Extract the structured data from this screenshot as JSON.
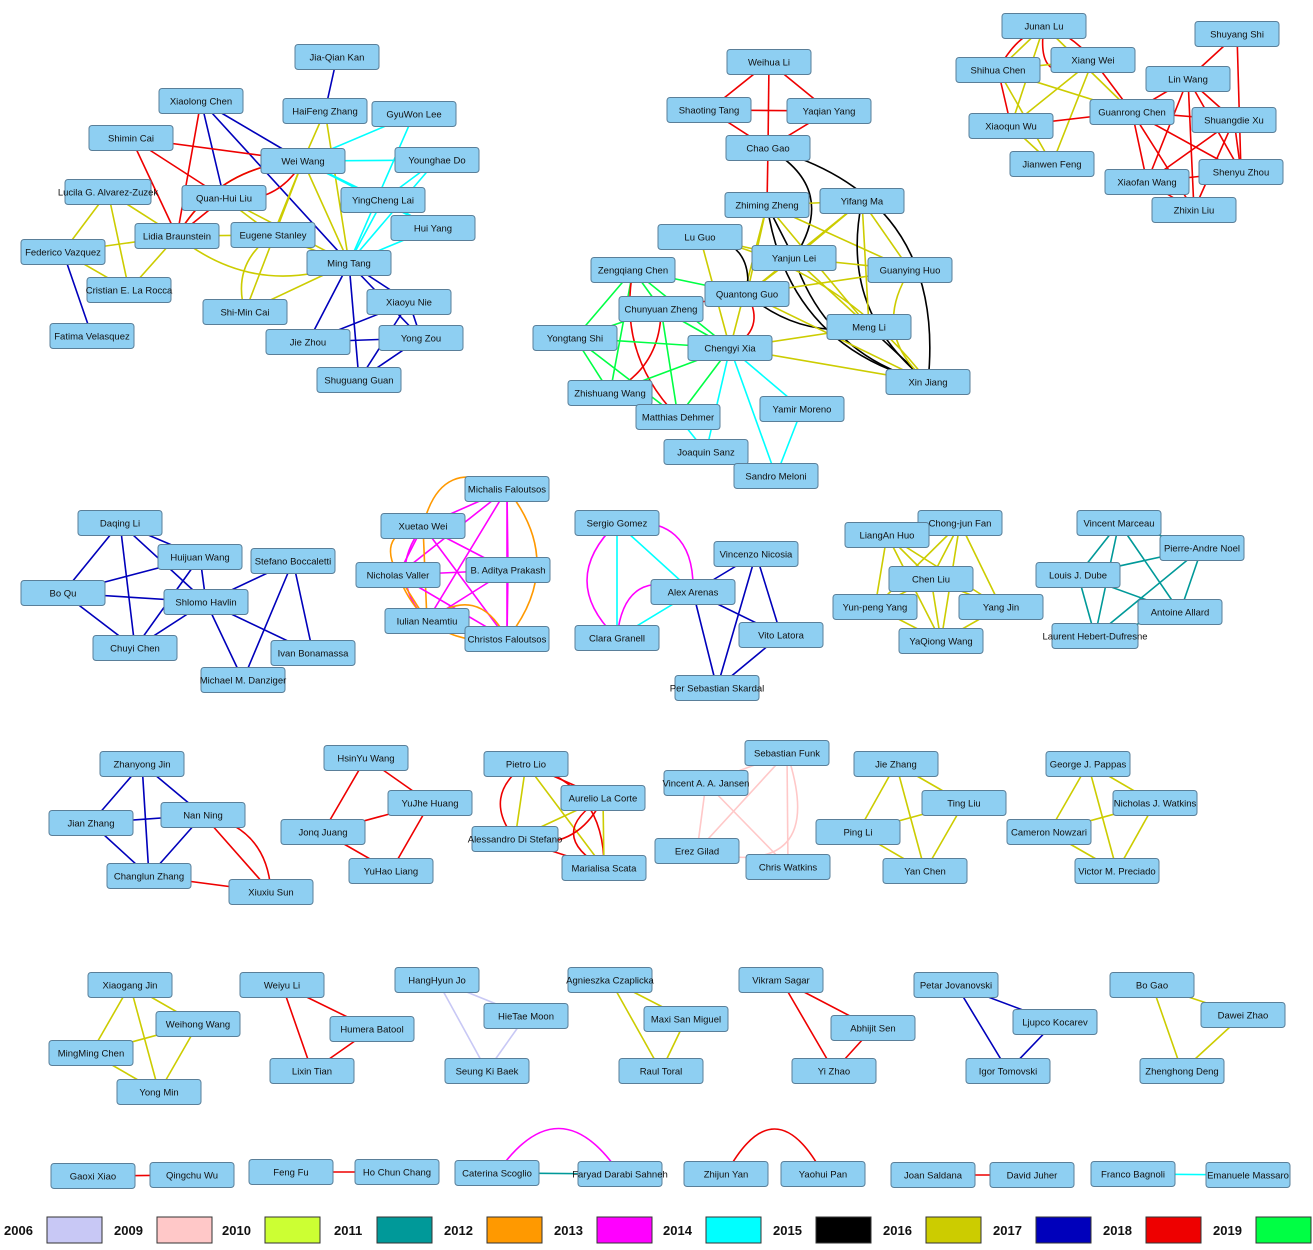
{
  "colors": {
    "2006": "#c8c8f5",
    "2009": "#ffc8c8",
    "2010": "#ccff33",
    "2011": "#009999",
    "2012": "#ff9900",
    "2013": "#ff00ff",
    "2014": "#00ffff",
    "2015": "#000000",
    "2016": "#cccc00",
    "2017": "#0000bb",
    "2018": "#ee0000",
    "2019": "#00ff44"
  },
  "legend": [
    "2006",
    "2009",
    "2010",
    "2011",
    "2012",
    "2013",
    "2014",
    "2015",
    "2016",
    "2017",
    "2018",
    "2019"
  ],
  "nodes": {
    "jqk": "Jia-Qian Kan",
    "xlc": "Xiaolong Chen",
    "hfz": "HaiFeng Zhang",
    "gwl": "GyuWon Lee",
    "smc": "Shimin Cai",
    "ww": "Wei Wang",
    "yd": "Younghae Do",
    "lga": "Lucila G. Alvarez-Zuzek",
    "qhl": "Quan-Hui Liu",
    "ycl": "YingCheng Lai",
    "lb": "Lidia Braunstein",
    "es": "Eugene Stanley",
    "hy": "Hui Yang",
    "fv": "Federico Vazquez",
    "mt": "Ming Tang",
    "cel": "Cristian E. La Rocca",
    "xyn": "Xiaoyu Nie",
    "smcai": "Shi-Min Cai",
    "fvel": "Fatima Velasquez",
    "jz": "Jie Zhou",
    "yz": "Yong Zou",
    "sg": "Shuguang Guan",
    "whl": "Weihua Li",
    "sht": "Shaoting Tang",
    "yqy": "Yaqian Yang",
    "cg": "Chao Gao",
    "zmz": "Zhiming Zheng",
    "yfm": "Yifang Ma",
    "lg": "Lu Guo",
    "yjl": "Yanjun Lei",
    "zqc": "Zengqiang Chen",
    "ghh": "Guanying Huo",
    "qg": "Quantong Guo",
    "cyz": "Chunyuan Zheng",
    "ml": "Meng Li",
    "yts": "Yongtang Shi",
    "cx": "Chengyi Xia",
    "xj": "Xin Jiang",
    "zsw": "Zhishuang Wang",
    "ym": "Yamir Moreno",
    "md": "Matthias Dehmer",
    "js": "Joaquin Sanz",
    "sm": "Sandro Meloni",
    "jl": "Junan Lu",
    "ssh": "Shuyang Shi",
    "shc": "Shihua Chen",
    "xw": "Xiang Wei",
    "lw": "Lin Wang",
    "xqw": "Xiaoqun Wu",
    "grc": "Guanrong Chen",
    "sdx": "Shuangdie Xu",
    "jwf": "Jianwen Feng",
    "syz": "Shenyu Zhou",
    "xfw": "Xiaofan Wang",
    "zxl": "Zhixin Liu",
    "mf": "Michalis Faloutsos",
    "dql": "Daqing Li",
    "xtw": "Xuetao Wei",
    "sgz": "Sergio Gomez",
    "cjf": "Chong-jun Fan",
    "vm": "Vincent Marceau",
    "lah": "LiangAn Huo",
    "hjw": "Huijuan Wang",
    "sbo": "Stefano Boccaletti",
    "vnic": "Vincenzo Nicosia",
    "pan": "Pierre-Andre Noel",
    "bq": "Bo Qu",
    "nv": "Nicholas Valler",
    "bap": "B. Aditya Prakash",
    "aa": "Alex Arenas",
    "cl": "Chen Liu",
    "ld": "Louis J. Dube",
    "sh": "Shlomo Havlin",
    "ypy": "Yun-peng Yang",
    "yj": "Yang Jin",
    "aal": "Antoine Allard",
    "in": "Iulian Neamtiu",
    "cf": "Christos Faloutsos",
    "cgr": "Clara Granell",
    "vl": "Vito Latora",
    "lhd": "Laurent Hebert-Dufresne",
    "cc": "Chuyi Chen",
    "ib": "Ivan Bonamassa",
    "yqw": "YaQiong Wang",
    "mmd": "Michael M. Danziger",
    "pss": "Per Sebastian Skardal",
    "zyj": "Zhanyong Jin",
    "hyw": "HsinYu Wang",
    "pl": "Pietro Lio",
    "sf": "Sebastian Funk",
    "jiz": "Jie Zhang",
    "gjp": "George J. Pappas",
    "acs": "Aurelio La Corte",
    "vaj": "Vincent A. A. Jansen",
    "jzh": "Jian Zhang",
    "nn": "Nan Ning",
    "jj": "Jonq Juang",
    "yjh": "YuJhe Huang",
    "tl": "Ting Liu",
    "njw": "Nicholas J. Watkins",
    "ads": "Alessandro Di Stefano",
    "pli": "Ping Li",
    "cn": "Cameron Nowzari",
    "eg": "Erez Gilad",
    "clz": "Changlun Zhang",
    "yhl": "YuHao Liang",
    "ms": "Marialisa Scata",
    "cw": "Chris Watkins",
    "yc": "Yan Chen",
    "vmp": "Victor M. Preciado",
    "xs": "Xiuxiu Sun",
    "xgj": "Xiaogang Jin",
    "wyl": "Weiyu Li",
    "hhj": "HangHyun Jo",
    "ac": "Agnieszka Czaplicka",
    "vs": "Vikram Sagar",
    "pj": "Petar Jovanovski",
    "bg": "Bo Gao",
    "hbt": "Humera Batool",
    "htm": "HieTae Moon",
    "msm": "Maxi San Miguel",
    "abs": "Abhijit Sen",
    "lk": "Ljupco Kocarev",
    "dwz": "Dawei Zhao",
    "whw": "Weihong Wang",
    "mmc": "MingMing Chen",
    "lxt": "Lixin Tian",
    "skb": "Seung Ki Baek",
    "rt": "Raul Toral",
    "yzh": "Yi Zhao",
    "it": "Igor Tomovski",
    "zhd": "Zhenghong Deng",
    "ymn": "Yong Min",
    "gx": "Gaoxi Xiao",
    "qw": "Qingchu Wu",
    "ff": "Feng Fu",
    "hcc": "Ho Chun Chang",
    "csc": "Caterina Scoglio",
    "fds": "Faryad Darabi Sahneh",
    "zy": "Zhijun Yan",
    "yp": "Yaohui Pan",
    "js2": "Joan Saldana",
    "dj": "David Juher",
    "fb": "Franco Bagnoli",
    "em": "Emanuele Massaro"
  }
}
